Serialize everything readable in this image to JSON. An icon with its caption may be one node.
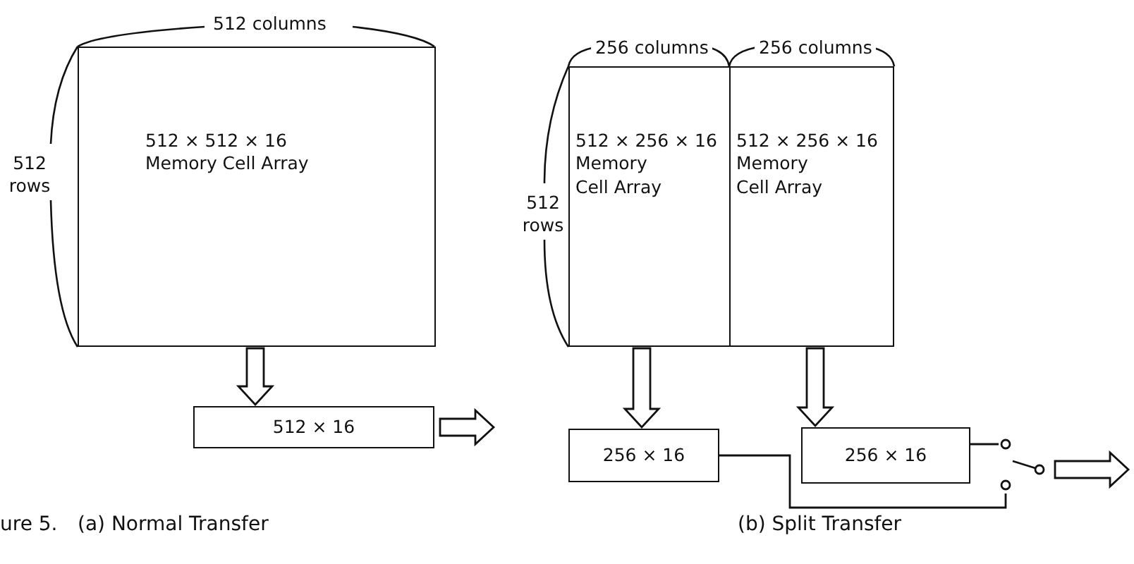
{
  "diagram": {
    "nodes": [
      {
        "text": [
          "512 × 512 × 16",
          "Memory Cell Array"
        ]
      },
      {
        "text": [
          "512 × 256 × 16",
          "Memory Cell Array"
        ]
      },
      {
        "text": [
          "512 × 256 × 16",
          "Memory Cell Array"
        ]
      },
      {
        "text": [
          "512 × 16"
        ]
      },
      {
        "text": [
          "256 × 16"
        ]
      },
      {
        "text": [
          "256 × 16"
        ]
      },
      {
        "text": [],
        "shape": "switch"
      }
    ],
    "edges": [
      {
        "from": 0,
        "to": 3,
        "arrow": "to"
      },
      {
        "from": 3,
        "to": null,
        "arrow": "to"
      },
      {
        "from": 1,
        "to": 4,
        "arrow": "to"
      },
      {
        "from": 2,
        "to": 5,
        "arrow": "to"
      },
      {
        "from": 4,
        "to": 6,
        "arrow": "none"
      },
      {
        "from": 5,
        "to": 6,
        "arrow": "none"
      },
      {
        "from": 6,
        "to": null,
        "arrow": "to"
      }
    ],
    "labels": [
      "512 columns",
      "256 columns",
      "256 columns",
      "512 rows",
      "512 rows",
      "ure 5.",
      "(a) Normal Transfer",
      "(b) Split Transfer"
    ]
  }
}
